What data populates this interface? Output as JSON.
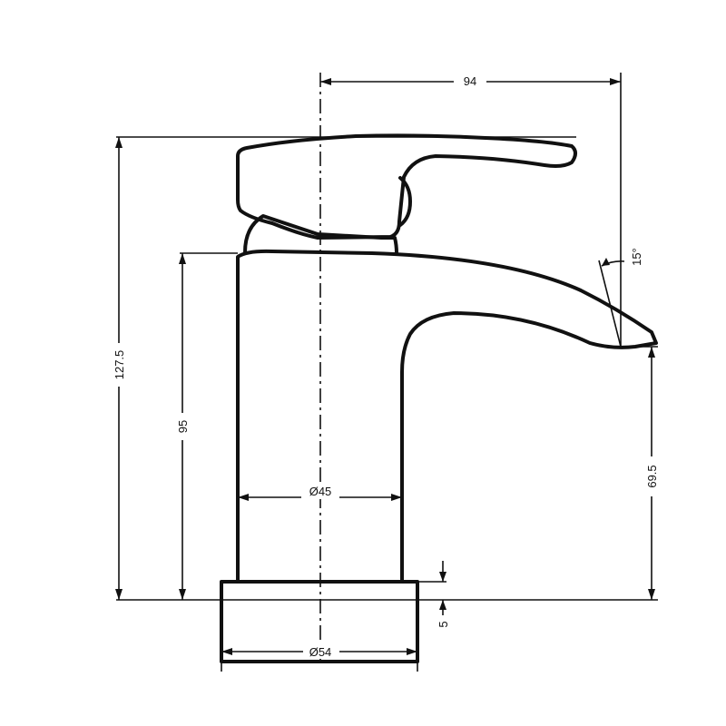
{
  "dimensions": {
    "top_width": "94",
    "total_height": "127.5",
    "body_height": "95",
    "spout_height": "69.5",
    "body_diameter": "Ø45",
    "base_diameter": "Ø54",
    "base_thickness": "5",
    "spout_angle": "15°"
  },
  "colors": {
    "line": "#111111",
    "background": "#ffffff"
  }
}
